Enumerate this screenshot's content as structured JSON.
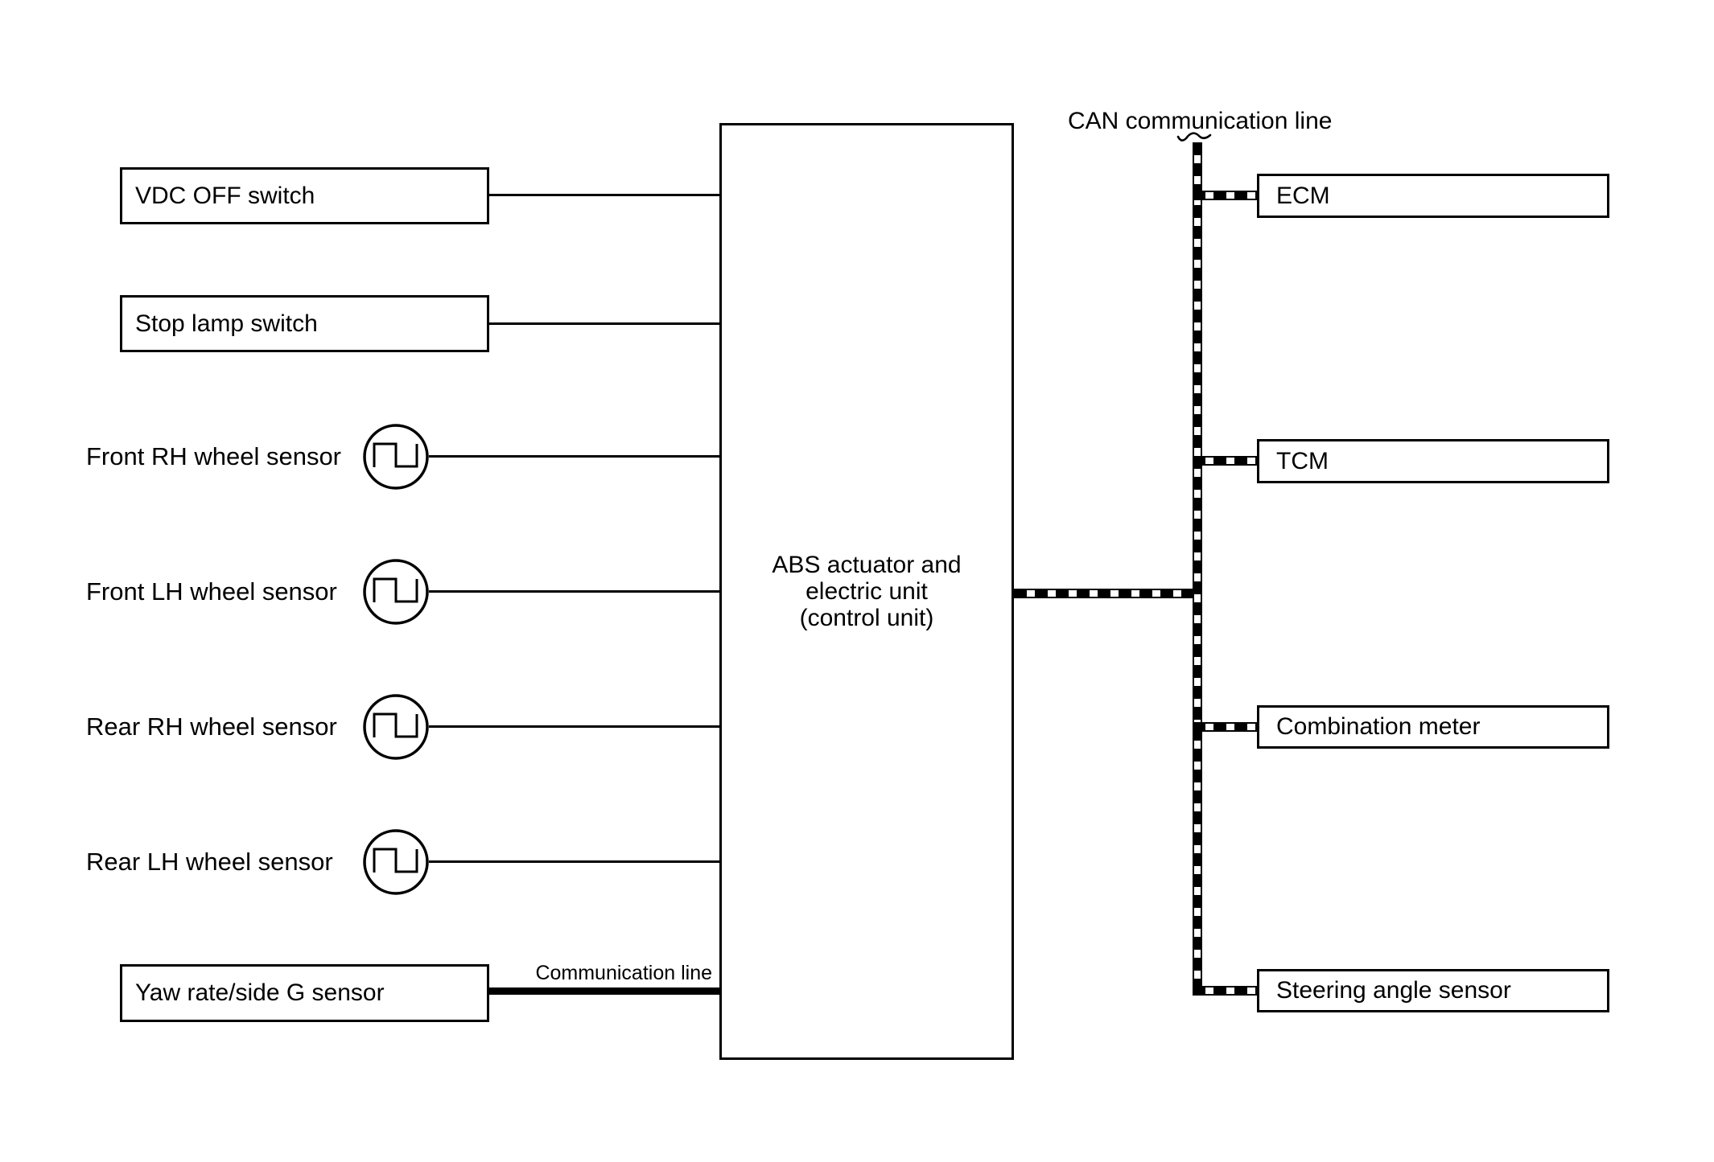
{
  "diagram": {
    "left_boxes": [
      {
        "label": "VDC OFF switch"
      },
      {
        "label": "Stop lamp switch"
      }
    ],
    "wheel_sensors": [
      {
        "label": "Front RH wheel sensor"
      },
      {
        "label": "Front LH wheel sensor"
      },
      {
        "label": "Rear RH wheel sensor"
      },
      {
        "label": "Rear LH wheel sensor"
      }
    ],
    "yaw_sensor": {
      "label": "Yaw rate/side G sensor"
    },
    "center_box": {
      "line1": "ABS actuator and",
      "line2": "electric unit",
      "line3": "(control unit)"
    },
    "right_boxes": [
      {
        "label": "ECM"
      },
      {
        "label": "TCM"
      },
      {
        "label": "Combination meter"
      },
      {
        "label": "Steering angle sensor"
      }
    ],
    "annotations": {
      "can_line": "CAN communication line",
      "comm_line": "Communication line"
    },
    "colors": {
      "line": "#000000",
      "background": "#ffffff"
    }
  }
}
